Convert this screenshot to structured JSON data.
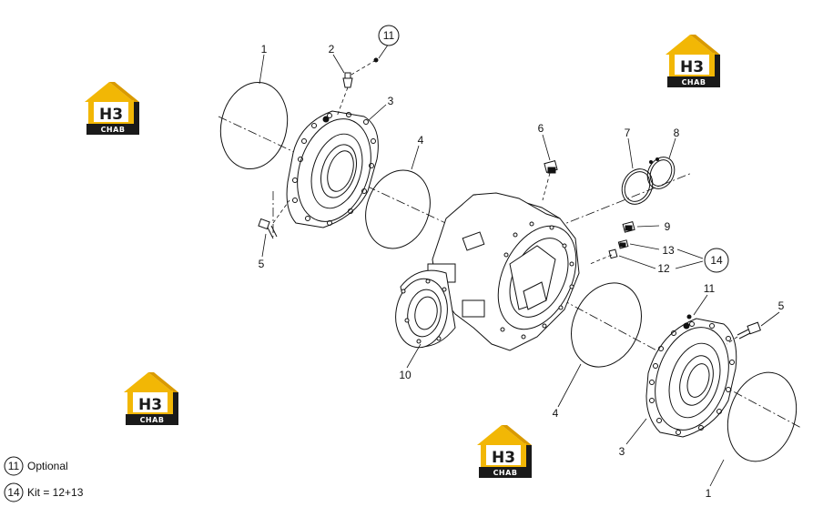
{
  "callouts": {
    "c1a": "1",
    "c2": "2",
    "c3a": "3",
    "c4a": "4",
    "c5a": "5",
    "c6": "6",
    "c7": "7",
    "c8": "8",
    "c9": "9",
    "c10": "10",
    "c11a": "11",
    "c11b": "11",
    "c12": "12",
    "c13": "13",
    "c14": "14",
    "c5b": "5",
    "c4b": "4",
    "c3b": "3",
    "c1b": "1"
  },
  "legend": {
    "optional_num": "11",
    "optional_text": "Optional",
    "kit_num": "14",
    "kit_text": "Kit = 12+13"
  },
  "watermark": {
    "brand": "H3",
    "sub": "CHAB"
  },
  "colors": {
    "line": "#111111",
    "watermark_yellow": "#f2b705",
    "watermark_dark": "#1a1a1a"
  }
}
